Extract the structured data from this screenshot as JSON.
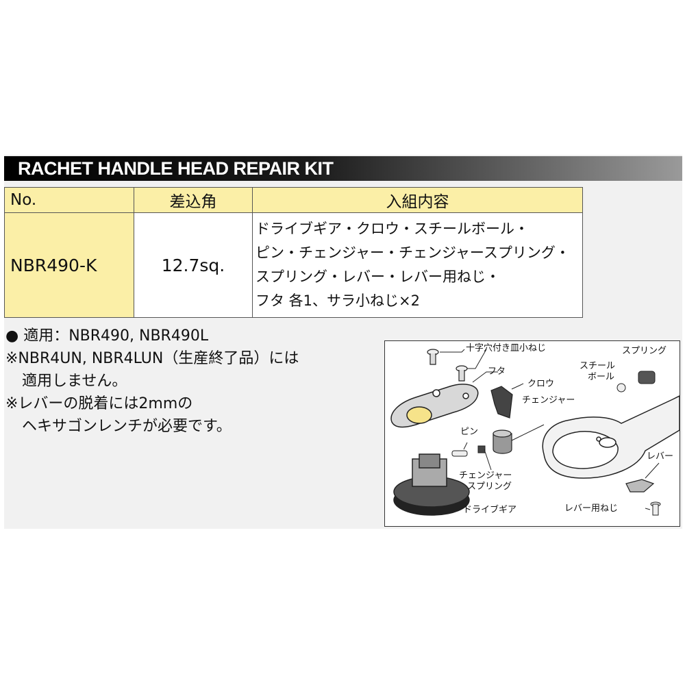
{
  "title": "RACHET HANDLE HEAD REPAIR KIT",
  "table": {
    "headers": [
      "No.",
      "差込角",
      "入組内容"
    ],
    "row": {
      "no": "NBR490-K",
      "size": "12.7sq.",
      "contents_lines": [
        "ドライブギア・クロウ・スチールボール・",
        "ピン・チェンジャー・チェンジャースプリング・",
        "スプリング・レバー・レバー用ねじ・",
        "フタ 各1、サラ小ねじ×2"
      ]
    }
  },
  "notes": [
    "● 適用：NBR490, NBR490L",
    "※NBR4UN, NBR4LUN（生産終了品）には",
    "適用しません。",
    "※レバーの脱着には2mmの",
    "ヘキサゴンレンチが必要です。"
  ],
  "diagram_labels": {
    "screw": "十字穴付き皿小ねじ",
    "cover": "フタ",
    "pawl": "クロウ",
    "spring": "スプリング",
    "steel_ball_1": "スチール",
    "steel_ball_2": "ボール",
    "changer": "チェンジャー",
    "pin": "ピン",
    "changer_spring_1": "チェンジャー",
    "changer_spring_2": "スプリング",
    "lever": "レバー",
    "lever_screw": "レバー用ねじ",
    "drive_gear": "ドライブギア"
  },
  "colors": {
    "header_bg": "#fbefa7",
    "title_bar_start": "#000000",
    "title_bar_end": "#9a9a9a"
  }
}
